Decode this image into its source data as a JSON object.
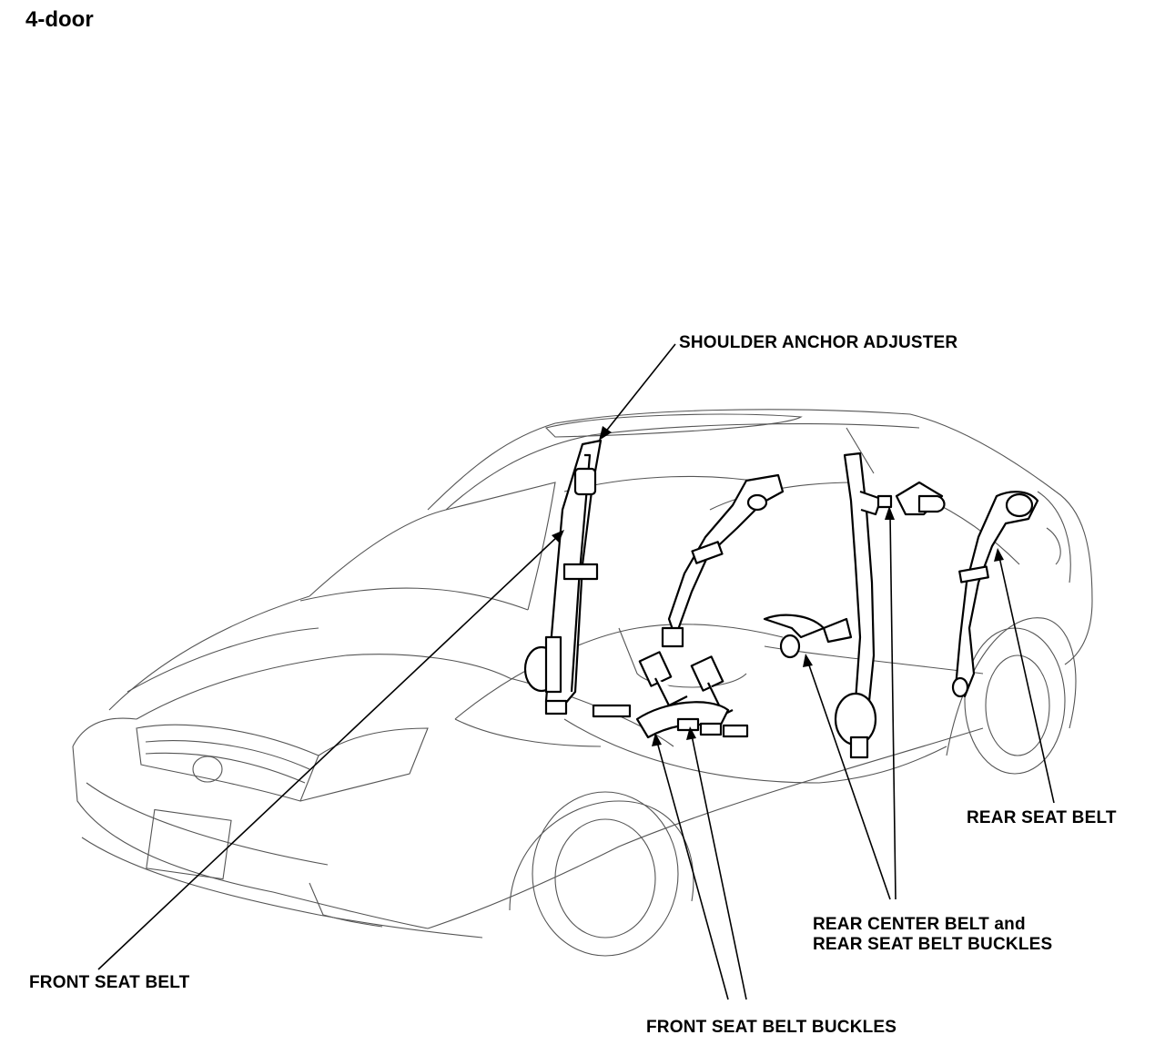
{
  "title": "4-door",
  "labels": {
    "shoulder_anchor_adjuster": "SHOULDER ANCHOR ADJUSTER",
    "front_seat_belt": "FRONT SEAT BELT",
    "front_seat_belt_buckles": "FRONT SEAT BELT BUCKLES",
    "rear_center_belt_line1": "REAR CENTER BELT and",
    "rear_center_belt_line2": "REAR SEAT BELT BUCKLES",
    "rear_seat_belt": "REAR SEAT BELT"
  }
}
